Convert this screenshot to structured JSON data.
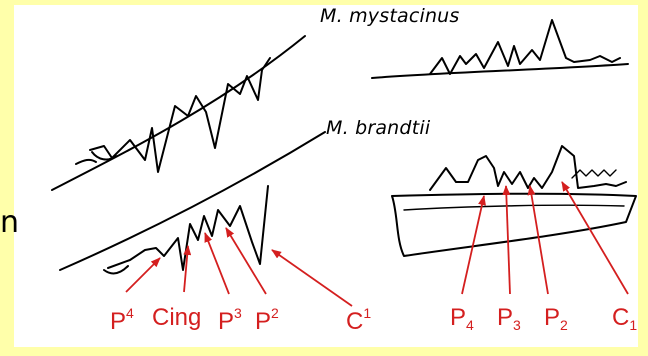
{
  "species": {
    "top": "M. mystacinus",
    "bottom": "M. brandtii"
  },
  "edge_char": "n",
  "upper_labels": [
    {
      "base": "P",
      "sup": "4",
      "sub": ""
    },
    {
      "base": "Cing",
      "sup": "",
      "sub": ""
    },
    {
      "base": "P",
      "sup": "3",
      "sub": ""
    },
    {
      "base": "P",
      "sup": "2",
      "sub": ""
    },
    {
      "base": "C",
      "sup": "1",
      "sub": ""
    }
  ],
  "lower_labels": [
    {
      "base": "P",
      "sup": "",
      "sub": "4"
    },
    {
      "base": "P",
      "sup": "",
      "sub": "3"
    },
    {
      "base": "P",
      "sup": "",
      "sub": "2"
    },
    {
      "base": "C",
      "sup": "",
      "sub": "1"
    }
  ],
  "colors": {
    "background": "#ffffaa",
    "panel": "#ffffff",
    "ink": "#000000",
    "annotation": "#d41f1f"
  }
}
